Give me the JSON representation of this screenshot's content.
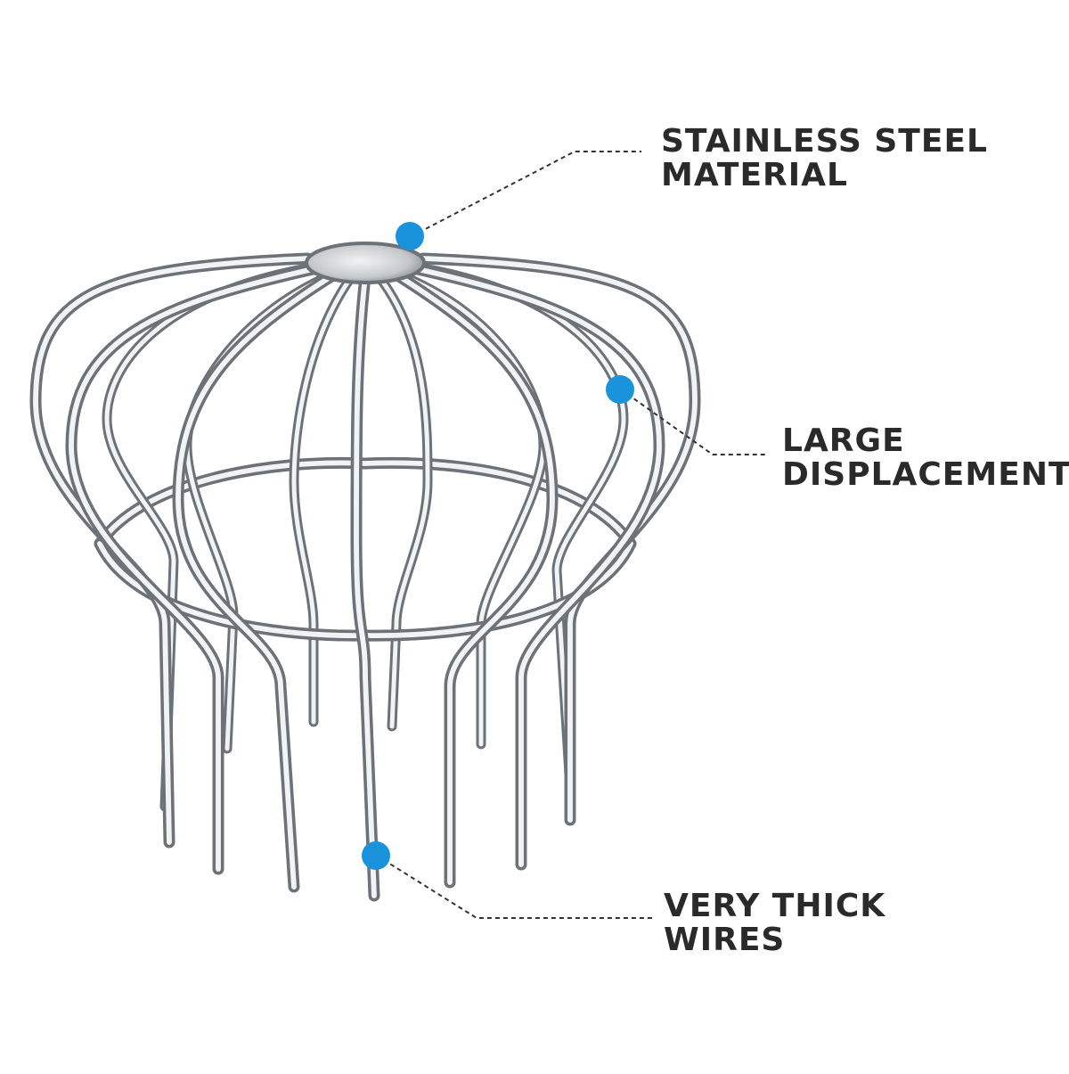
{
  "callouts": [
    {
      "line1": "STAINLESS STEEL",
      "line2": "MATERIAL"
    },
    {
      "line1": "LARGE",
      "line2": "DISPLACEMENT"
    },
    {
      "line1": "VERY THICK",
      "line2": "WIRES"
    }
  ],
  "colors": {
    "marker": "#1a93dc",
    "leader": "#333333",
    "wire_light": "#f2f3f4",
    "wire_dark": "#6d7278",
    "text": "#2a2a2a"
  },
  "product": {
    "icon": "gutter-guard-wire-strainer-illustration"
  }
}
